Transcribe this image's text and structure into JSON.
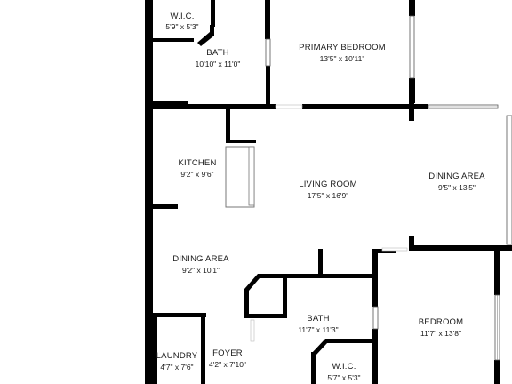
{
  "floor_plan": {
    "rooms": [
      {
        "id": "wic-top",
        "name": "W.I.C.",
        "dims": "5'9\" x 5'3\""
      },
      {
        "id": "bath-top",
        "name": "BATH",
        "dims": "10'10\" x 11'0\""
      },
      {
        "id": "primary-bedroom",
        "name": "PRIMARY BEDROOM",
        "dims": "13'5\" x 10'11\""
      },
      {
        "id": "kitchen",
        "name": "KITCHEN",
        "dims": "9'2\" x 9'6\""
      },
      {
        "id": "living-room",
        "name": "LIVING ROOM",
        "dims": "17'5\" x 16'9\""
      },
      {
        "id": "dining-area-right",
        "name": "DINING AREA",
        "dims": "9'5\" x 13'5\""
      },
      {
        "id": "dining-area-left",
        "name": "DINING AREA",
        "dims": "9'2\" x 10'1\""
      },
      {
        "id": "bath-bottom",
        "name": "BATH",
        "dims": "11'7\" x 11'3\""
      },
      {
        "id": "bedroom",
        "name": "BEDROOM",
        "dims": "11'7\" x 13'8\""
      },
      {
        "id": "laundry",
        "name": "LAUNDRY",
        "dims": "4'7\" x 7'6\""
      },
      {
        "id": "foyer",
        "name": "FOYER",
        "dims": "4'2\" x 7'10\""
      },
      {
        "id": "wic-bottom",
        "name": "W.I.C.",
        "dims": "5'7\" x 5'3\""
      }
    ]
  }
}
